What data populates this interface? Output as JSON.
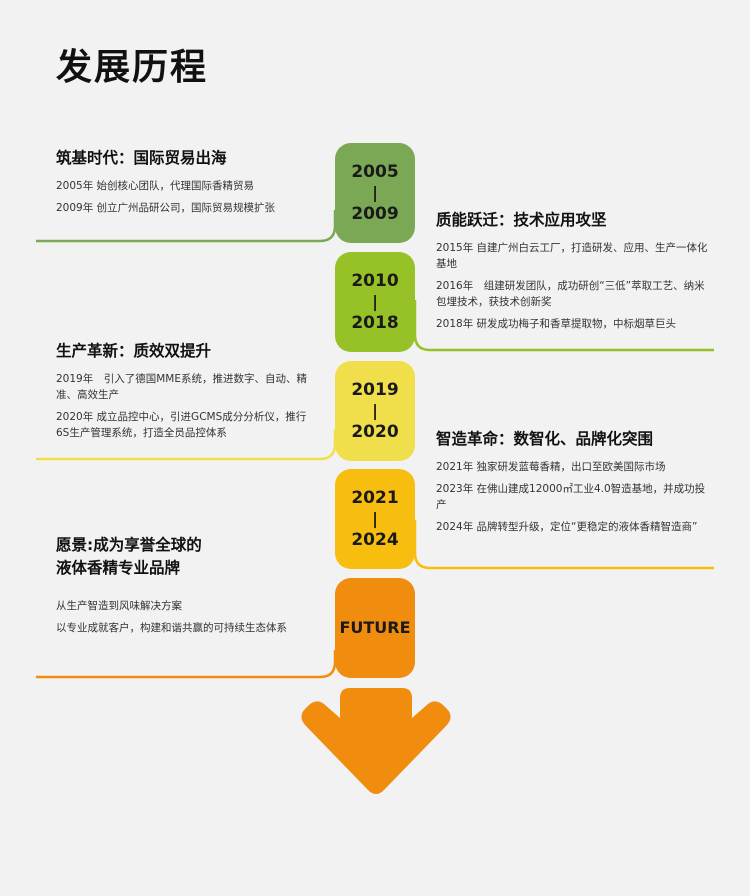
{
  "page": {
    "title": "发展历程"
  },
  "colors": {
    "era1": "#7ba855",
    "era2": "#96c228",
    "era3": "#f0df4a",
    "era4": "#f7be10",
    "era5": "#f08d0f"
  },
  "eras": [
    {
      "badge": {
        "start": "2005",
        "sep": "|",
        "end": "2009"
      },
      "heading": "筑基时代：国际贸易出海",
      "items": [
        "2005年 始创核心团队，代理国际香精贸易",
        "2009年 创立广州品研公司，国际贸易规模扩张"
      ]
    },
    {
      "badge": {
        "start": "2010",
        "sep": "|",
        "end": "2018"
      },
      "heading": "质能跃迁：技术应用攻坚",
      "items": [
        "2015年 自建广州白云工厂，打造研发、应用、生产一体化基地",
        "2016年　组建研发团队，成功研创“三低”萃取工艺、纳米包埋技术，获技术创新奖",
        "2018年 研发成功梅子和香草提取物，中标烟草巨头"
      ]
    },
    {
      "badge": {
        "start": "2019",
        "sep": "|",
        "end": "2020"
      },
      "heading": "生产革新：质效双提升",
      "items": [
        "2019年　引入了德国MME系统，推进数字、自动、精准、高效生产",
        "2020年 成立品控中心，引进GCMS成分分析仪，推行6S生产管理系统，打造全员品控体系"
      ]
    },
    {
      "badge": {
        "start": "2021",
        "sep": "|",
        "end": "2024"
      },
      "heading": "智造革命：数智化、品牌化突围",
      "items": [
        "2021年 独家研发蓝莓香精，出口至欧美国际市场",
        "2023年 在佛山建成12000㎡工业4.0智造基地，并成功投产",
        "2024年 品牌转型升级，定位“更稳定的液体香精智造商”"
      ]
    },
    {
      "badge": {
        "label": "FUTURE"
      },
      "heading_lines": [
        "愿景:成为享誉全球的",
        "液体香精专业品牌"
      ],
      "items": [
        "从生产智造到风味解决方案",
        "以专业成就客户，构建和谐共赢的可持续生态体系"
      ]
    }
  ]
}
